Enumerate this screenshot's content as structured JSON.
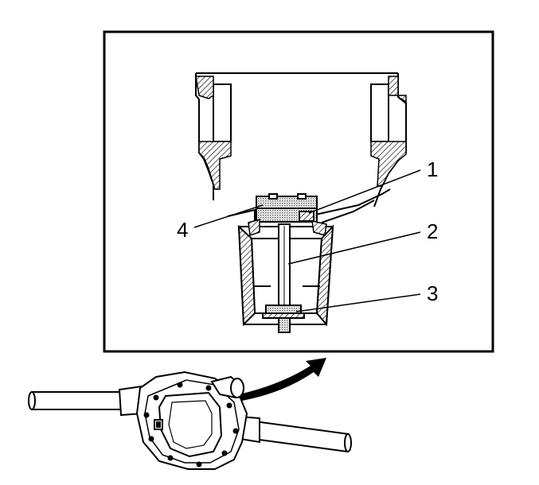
{
  "callouts": [
    {
      "id": "1",
      "label": "1"
    },
    {
      "id": "2",
      "label": "2"
    },
    {
      "id": "3",
      "label": "3"
    },
    {
      "id": "4",
      "label": "4"
    }
  ],
  "colors": {
    "ink": "#000000",
    "paper": "#ffffff",
    "stipple": "#9a9a9a"
  }
}
